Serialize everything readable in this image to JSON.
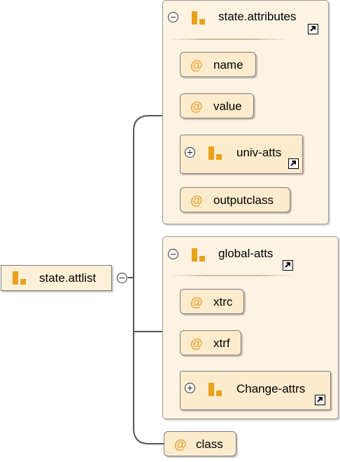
{
  "diagram": {
    "root": {
      "label": "state.attlist",
      "icon": "sequence-icon"
    },
    "groups": [
      {
        "title": "state.attributes",
        "icon": "sequence-icon",
        "items": [
          {
            "kind": "attribute",
            "label": "name",
            "marker": "@"
          },
          {
            "kind": "attribute",
            "label": "value",
            "marker": "@"
          },
          {
            "kind": "reference",
            "label": "univ-atts",
            "icon": "sequence-icon"
          },
          {
            "kind": "attribute",
            "label": "outputclass",
            "marker": "@"
          }
        ]
      },
      {
        "title": "global-atts",
        "icon": "sequence-icon",
        "items": [
          {
            "kind": "attribute",
            "label": "xtrc",
            "marker": "@"
          },
          {
            "kind": "attribute",
            "label": "xtrf",
            "marker": "@"
          },
          {
            "kind": "reference",
            "label": "Change-attrs",
            "icon": "sequence-icon"
          }
        ]
      }
    ],
    "trailing_attribute": {
      "label": "class",
      "marker": "@"
    },
    "colors": {
      "group_fill": "#fdf3e3",
      "node_fill": "#fcebcc",
      "icon_orange": "#e8a21c",
      "attribute_marker": "#e8a030",
      "connector": "#555555"
    }
  }
}
